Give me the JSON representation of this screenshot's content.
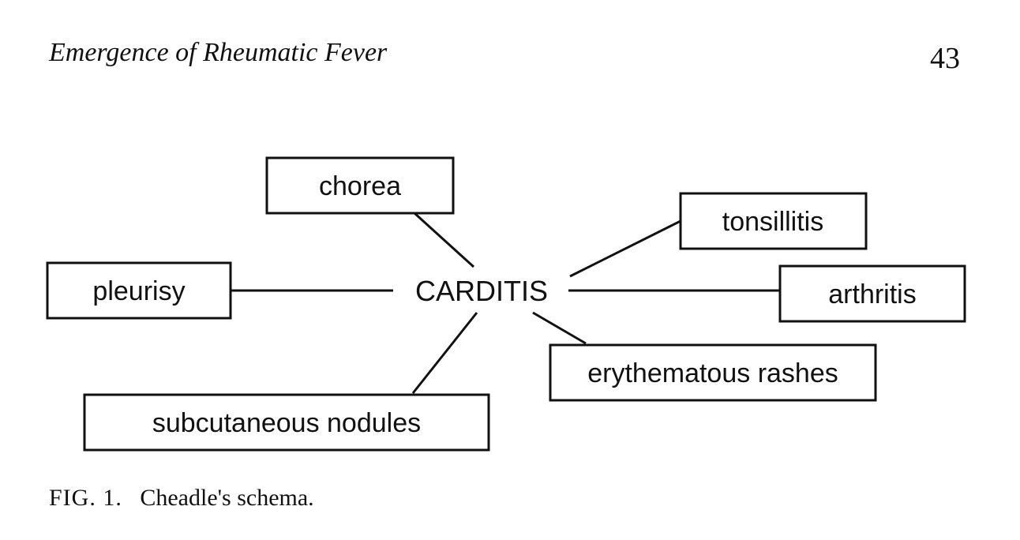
{
  "header": {
    "running_head": "Emergence of Rheumatic Fever",
    "page_number": "43"
  },
  "diagram": {
    "center": "CARDITIS",
    "nodes": {
      "chorea": "chorea",
      "tonsillitis": "tonsillitis",
      "pleurisy": "pleurisy",
      "arthritis": "arthritis",
      "erythematous_rashes": "erythematous rashes",
      "subcutaneous_nodules": "subcutaneous nodules"
    }
  },
  "caption": {
    "label": "FIG. 1.",
    "text": "Cheadle's schema."
  }
}
